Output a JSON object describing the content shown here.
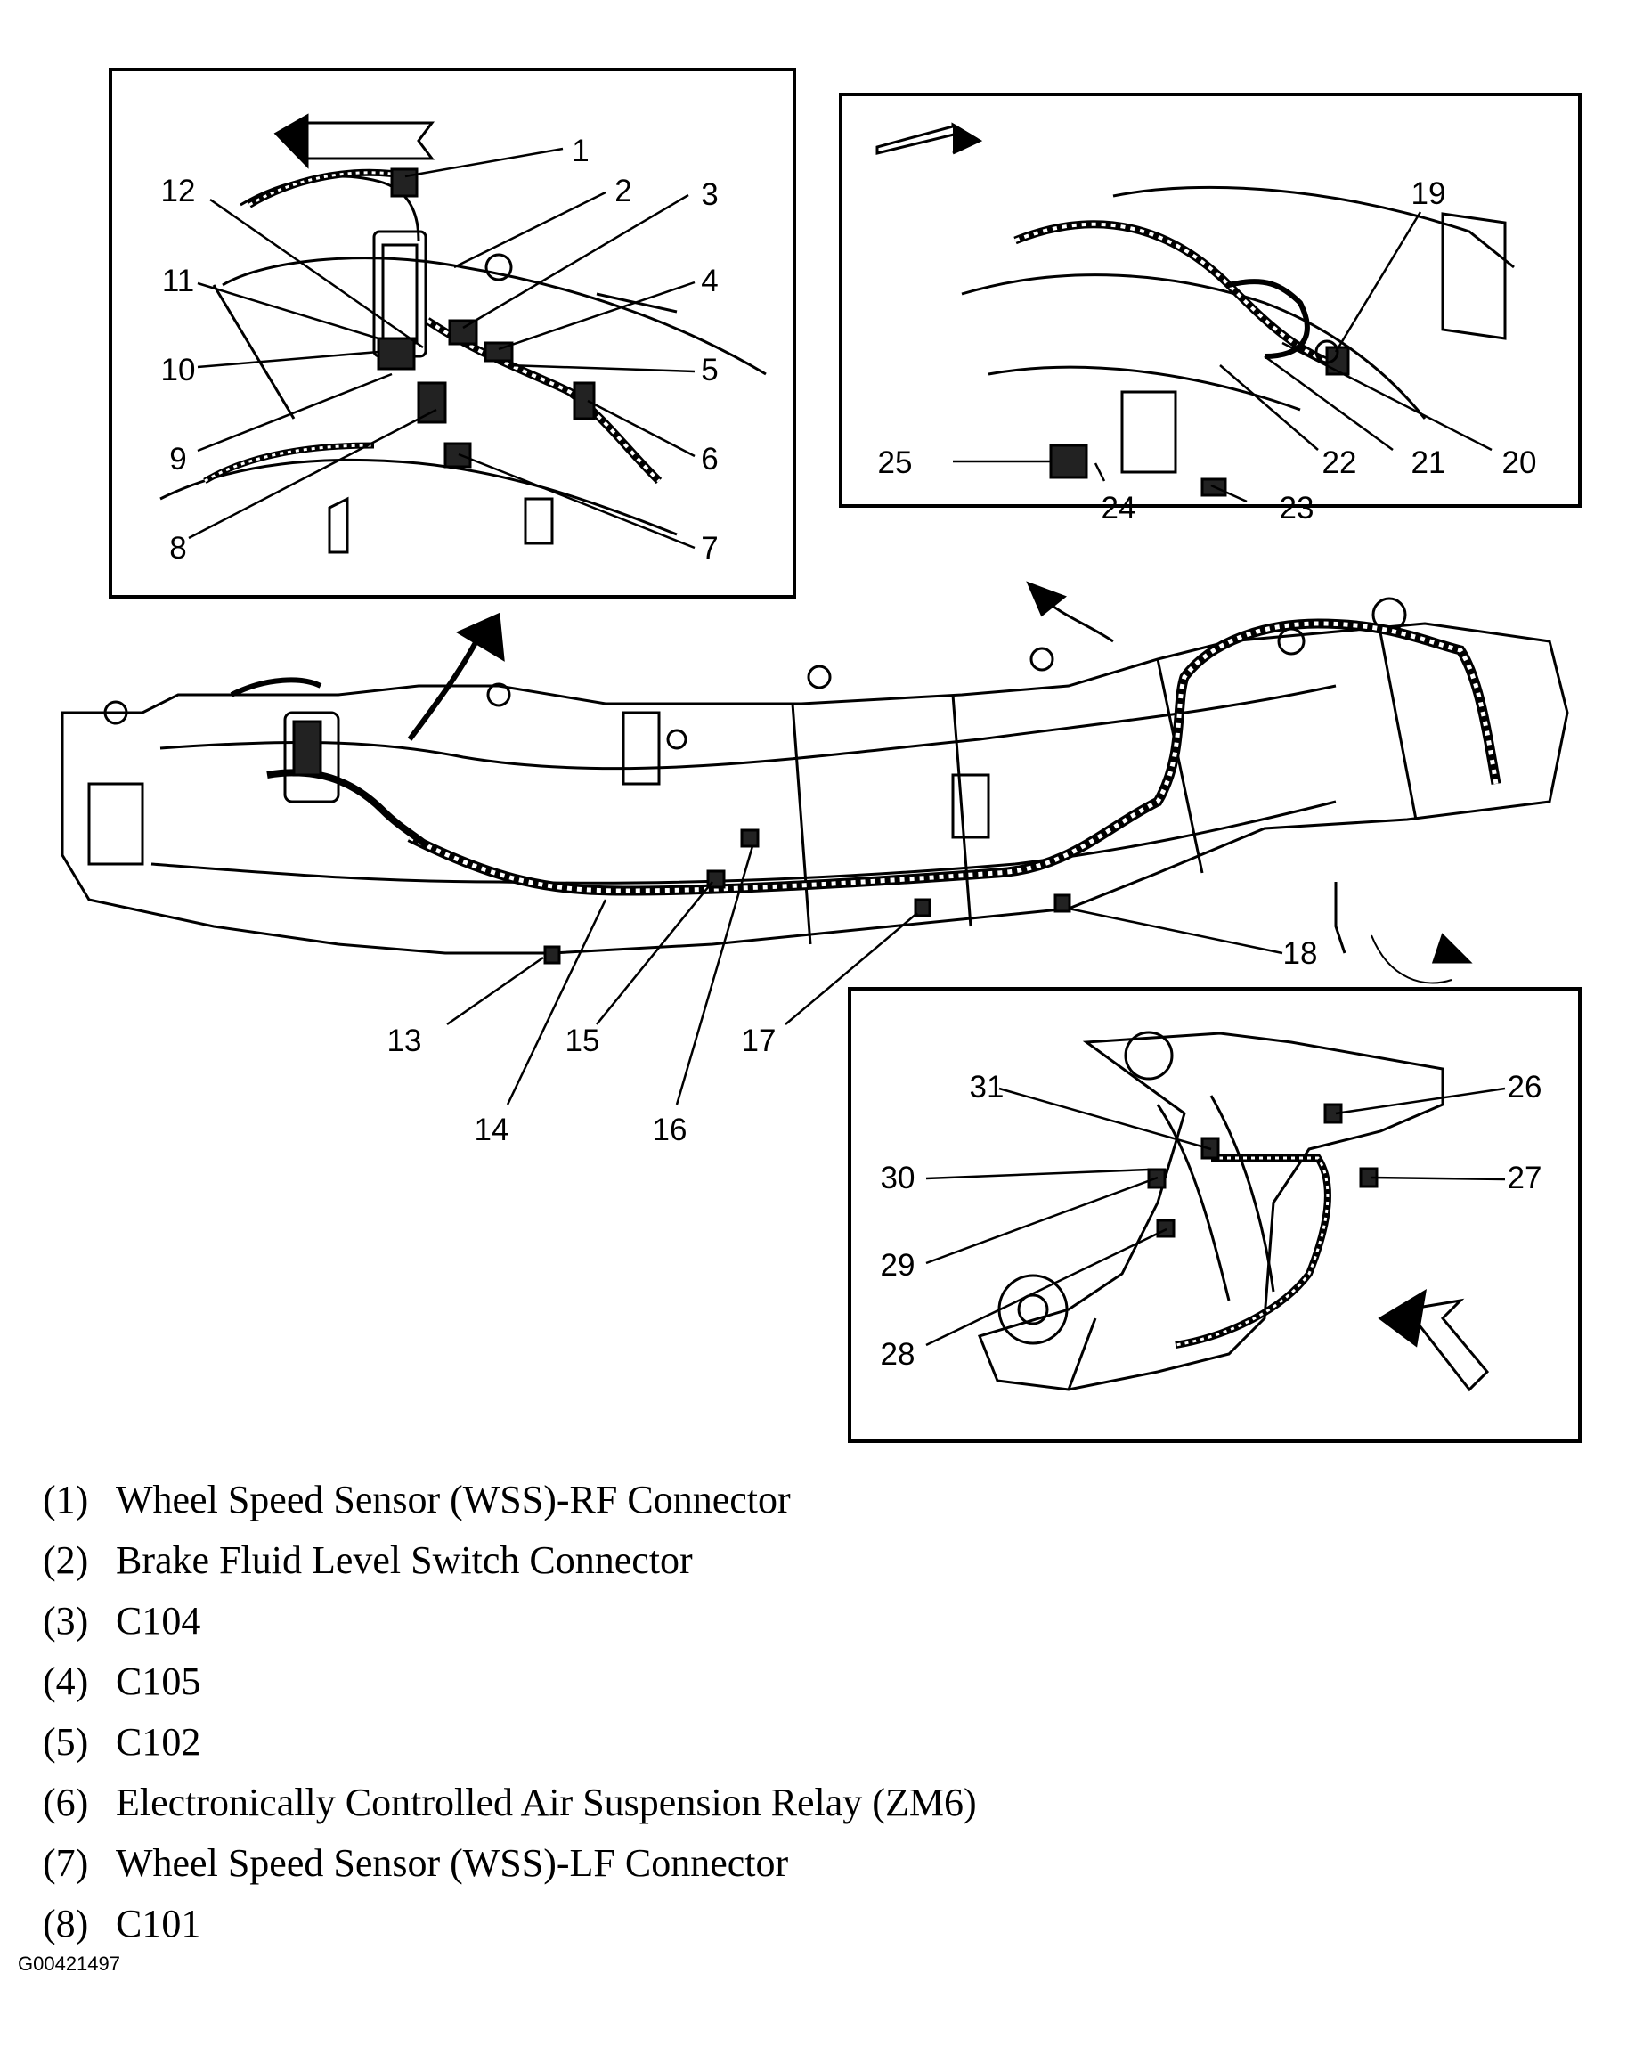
{
  "callouts": [
    "1",
    "2",
    "3",
    "4",
    "5",
    "6",
    "7",
    "8",
    "9",
    "10",
    "11",
    "12",
    "13",
    "14",
    "15",
    "16",
    "17",
    "18",
    "19",
    "20",
    "21",
    "22",
    "23",
    "24",
    "25",
    "26",
    "27",
    "28",
    "29",
    "30",
    "31"
  ],
  "legend": [
    {
      "num": "(1)",
      "text": "Wheel Speed Sensor (WSS)-RF Connector"
    },
    {
      "num": "(2)",
      "text": "Brake Fluid Level Switch Connector"
    },
    {
      "num": "(3)",
      "text": "C104"
    },
    {
      "num": "(4)",
      "text": "C105"
    },
    {
      "num": "(5)",
      "text": "C102"
    },
    {
      "num": "(6)",
      "text": "Electronically Controlled Air Suspension Relay (ZM6)"
    },
    {
      "num": "(7)",
      "text": "Wheel Speed Sensor (WSS)-LF Connector"
    },
    {
      "num": "(8)",
      "text": "C101"
    }
  ],
  "figure_id": "G00421497"
}
